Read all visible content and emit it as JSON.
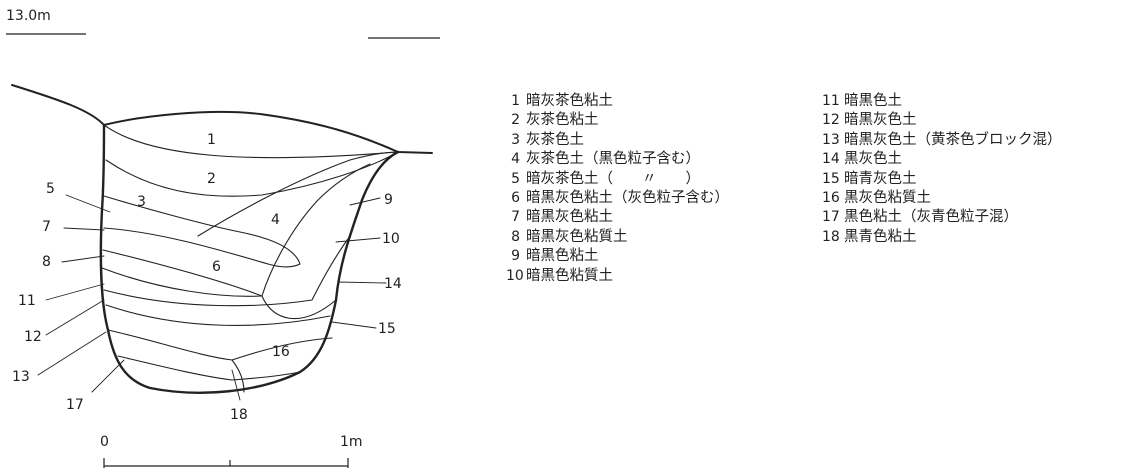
{
  "elevation": "13.0m",
  "scale": {
    "start": "0",
    "end": "1m"
  },
  "section_labels": [
    "1",
    "2",
    "3",
    "4",
    "5",
    "6",
    "7",
    "8",
    "9",
    "10",
    "11",
    "12",
    "13",
    "14",
    "15",
    "16",
    "17",
    "18"
  ],
  "legend": [
    {
      "no": "1",
      "text": "暗灰茶色粘土"
    },
    {
      "no": "2",
      "text": "灰茶色粘土"
    },
    {
      "no": "3",
      "text": "灰茶色土"
    },
    {
      "no": "4",
      "text": "灰茶色土（黒色粒子含む）"
    },
    {
      "no": "5",
      "text": "暗灰茶色土（　　〃　　）"
    },
    {
      "no": "6",
      "text": "暗黒灰色粘土（灰色粒子含む）"
    },
    {
      "no": "7",
      "text": "暗黒灰色粘土"
    },
    {
      "no": "8",
      "text": "暗黒灰色粘質土"
    },
    {
      "no": "9",
      "text": "暗黒色粘土"
    },
    {
      "no": "10",
      "text": "暗黒色粘質土"
    },
    {
      "no": "11",
      "text": "暗黒色土"
    },
    {
      "no": "12",
      "text": "暗黒灰色土"
    },
    {
      "no": "13",
      "text": "暗黒灰色土（黄茶色ブロック混）"
    },
    {
      "no": "14",
      "text": "黒灰色土"
    },
    {
      "no": "15",
      "text": "暗青灰色土"
    },
    {
      "no": "16",
      "text": "黒灰色粘質土"
    },
    {
      "no": "17",
      "text": "黒色粘土（灰青色粒子混）"
    },
    {
      "no": "18",
      "text": "黒青色粘土"
    }
  ],
  "colors": {
    "line": "#222222",
    "background": "#ffffff"
  }
}
